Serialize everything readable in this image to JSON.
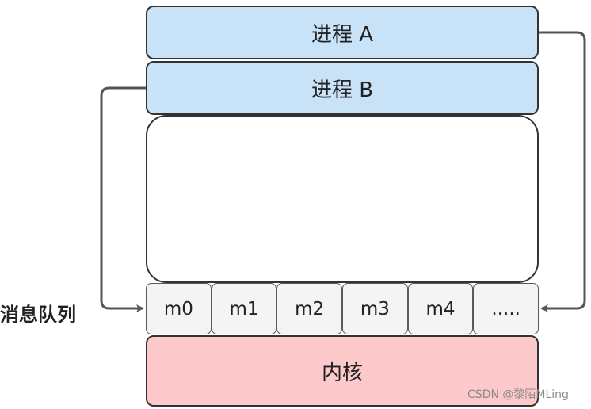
{
  "diagram": {
    "process_a": "进程 A",
    "process_b": "进程 B",
    "queue_label": "消息队列",
    "messages": [
      "m0",
      "m1",
      "m2",
      "m3",
      "m4",
      "....."
    ],
    "kernel": "内核"
  },
  "watermark": "CSDN @黎陌MLing",
  "colors": {
    "process_fill": "#c8e2f8",
    "kernel_fill": "#fdc9ca",
    "message_fill": "#f4f4f4",
    "arrow": "#555555"
  }
}
